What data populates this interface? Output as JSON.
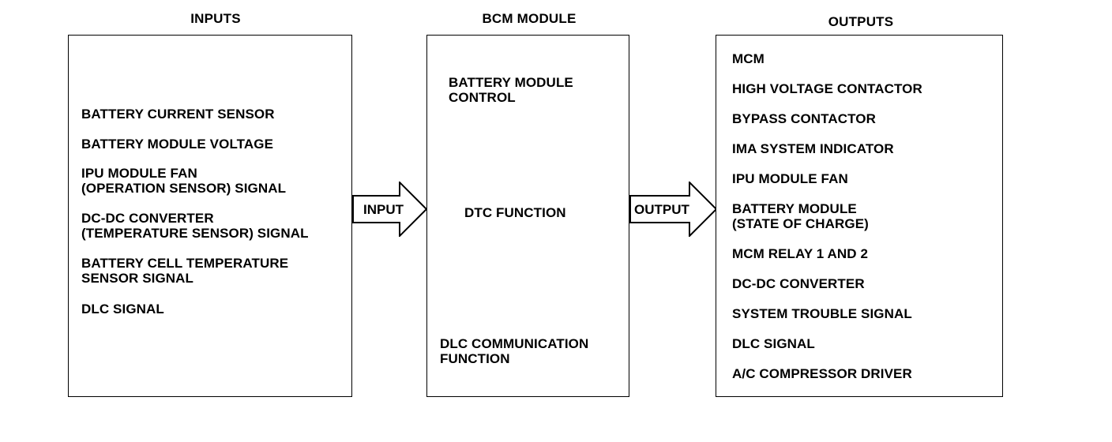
{
  "headings": {
    "inputs": "INPUTS",
    "bcm": "BCM MODULE",
    "outputs": "OUTPUTS"
  },
  "inputs": {
    "items": [
      "BATTERY CURRENT SENSOR",
      "BATTERY MODULE VOLTAGE",
      "IPU MODULE FAN\n(OPERATION SENSOR) SIGNAL",
      "DC-DC CONVERTER\n(TEMPERATURE SENSOR) SIGNAL",
      "BATTERY CELL TEMPERATURE\nSENSOR SIGNAL",
      "DLC SIGNAL"
    ]
  },
  "bcm": {
    "items": [
      "BATTERY MODULE\nCONTROL",
      "DTC FUNCTION",
      "DLC COMMUNICATION\nFUNCTION"
    ]
  },
  "outputs": {
    "items": [
      "MCM",
      "HIGH VOLTAGE CONTACTOR",
      "BYPASS CONTACTOR",
      "IMA SYSTEM INDICATOR",
      "IPU MODULE FAN",
      "BATTERY MODULE\n(STATE OF CHARGE)",
      "MCM RELAY 1 AND 2",
      "DC-DC CONVERTER",
      "SYSTEM TROUBLE SIGNAL",
      "DLC SIGNAL",
      "A/C COMPRESSOR DRIVER"
    ]
  },
  "arrows": {
    "input_label": "INPUT",
    "output_label": "OUTPUT"
  }
}
